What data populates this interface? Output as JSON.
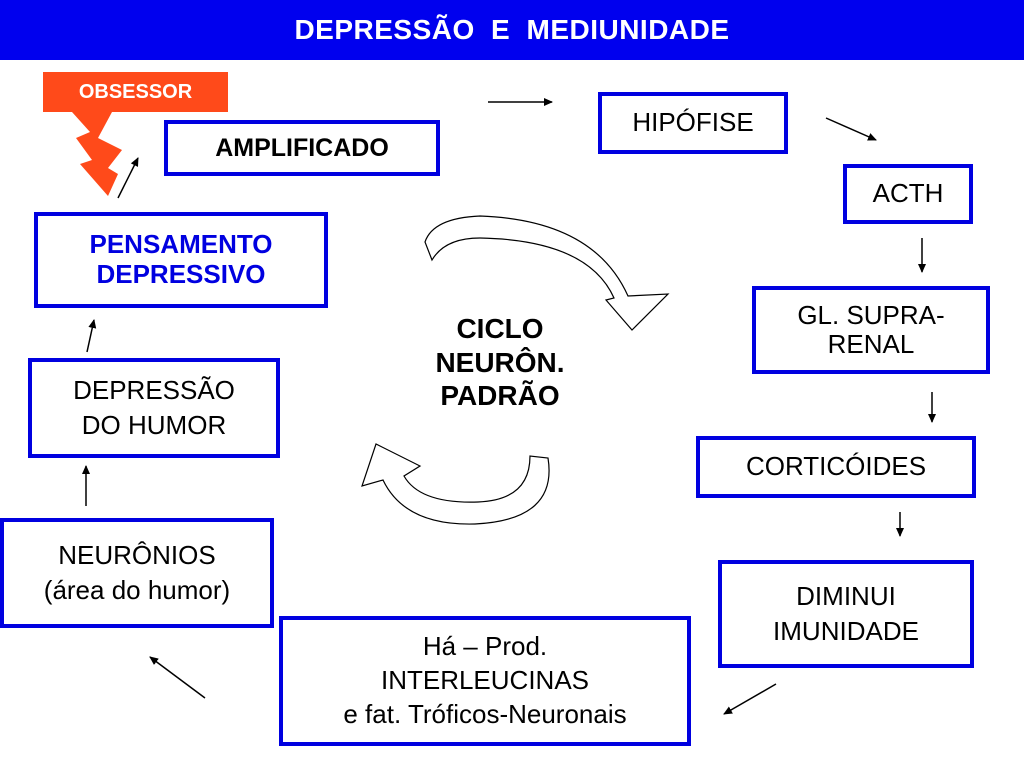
{
  "title": "DEPRESSÃO  E  MEDIUNIDADE",
  "obsessor": "OBSESSOR",
  "boxes": {
    "amplificado": [
      "AMPLIFICADO"
    ],
    "pensamento": [
      "PENSAMENTO",
      "DEPRESSIVO"
    ],
    "depressao": [
      "DEPRESSÃO",
      "DO HUMOR"
    ],
    "neuronios": [
      "NEURÔNIOS",
      "(área do humor)"
    ],
    "interleucinas": [
      "Há – Prod.",
      "INTERLEUCINAS",
      "e fat. Tróficos-Neuronais"
    ],
    "hipofise": [
      "HIPÓFISE"
    ],
    "acth": [
      "ACTH"
    ],
    "supra_renal": [
      "GL. SUPRA-",
      "RENAL"
    ],
    "corticoides": [
      "CORTICÓIDES"
    ],
    "imunidade": [
      "DIMINUI",
      "IMUNIDADE"
    ]
  },
  "center": [
    "CICLO",
    "NEURÔN.",
    "PADRÃO"
  ],
  "colors": {
    "title_bg": "#0000ee",
    "box_border": "#0000e0",
    "obsessor_bg": "#ff4a1a",
    "lightning": "#ff4a1a"
  }
}
